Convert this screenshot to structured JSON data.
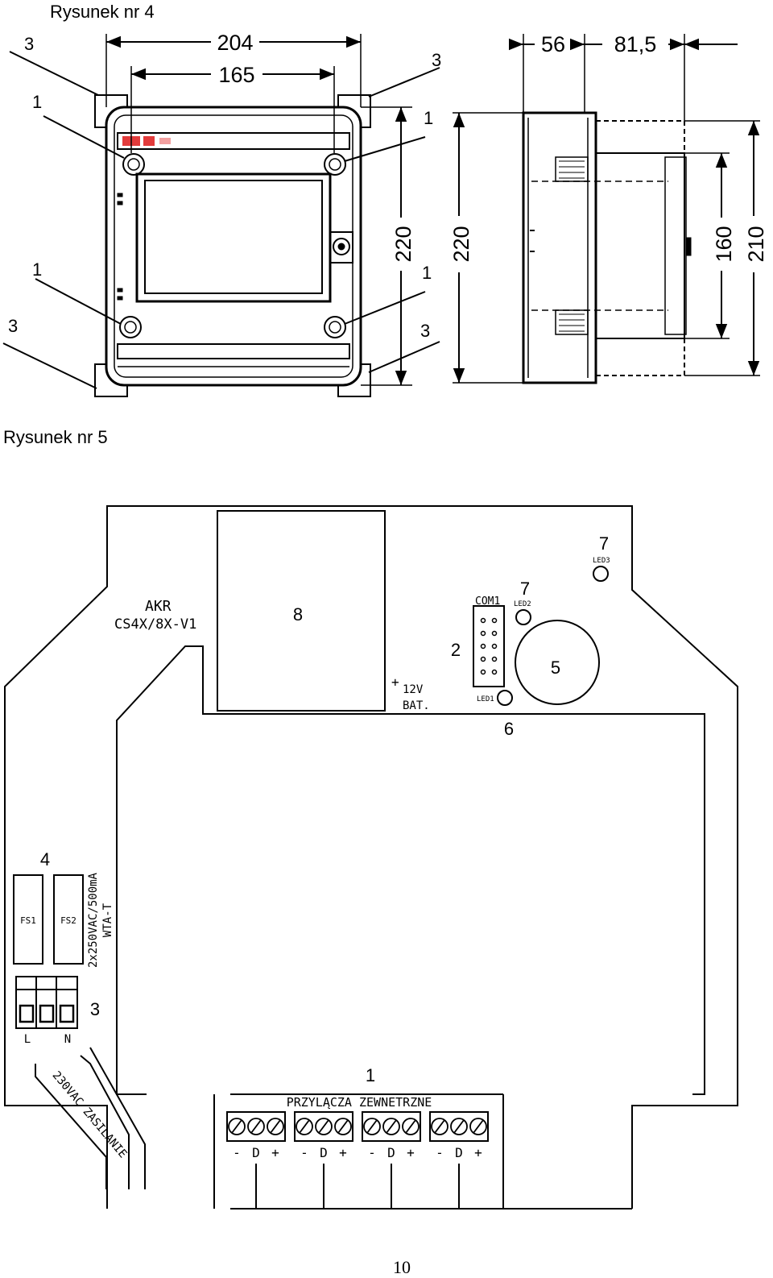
{
  "figure4": {
    "caption": "Rysunek nr 4",
    "dimensions": {
      "width_outer": "204",
      "width_inner": "165",
      "height_front": "220",
      "height_side": "220",
      "depth_front": "56",
      "depth_rear": "81,5",
      "height_inner": "160",
      "height_rear": "210"
    },
    "callouts": {
      "tl_3": "3",
      "tl_1": "1",
      "ml_1": "1",
      "bl_3": "3",
      "tr_3": "3",
      "tr_1": "1",
      "mr_1": "1",
      "br_3": "3"
    }
  },
  "figure5": {
    "caption": "Rysunek nr 5",
    "board_name_line1": "AKR",
    "board_name_line2": "CS4X/8X-V1",
    "labels": {
      "transformer": "8",
      "com": "2",
      "buzzer": "5",
      "led1_num": "6",
      "led2_num": "7",
      "led3_num": "7",
      "fuses": "4",
      "mains": "3",
      "terminals": "1"
    },
    "com_label": "COM1",
    "led1_label": "LED1",
    "led2_label": "LED2",
    "led3_label": "LED3",
    "battery_plus": "+",
    "battery_minus": "_",
    "battery_line1": "12V",
    "battery_line2": "BAT.",
    "fuse1": "FS1",
    "fuse2": "FS2",
    "fuse_spec_line1": "2x250VAC/500mA",
    "fuse_spec_line2": "WTA-T",
    "mains_L": "L",
    "mains_N": "N",
    "mains_text": "230VAC ZASILANIE",
    "connector_title": "PRZYLĄCZA ZEWNETRZNE",
    "terminal_groups": [
      {
        "minus": "-",
        "d": "D",
        "plus": "+"
      },
      {
        "minus": "-",
        "d": "D",
        "plus": "+"
      },
      {
        "minus": "-",
        "d": "D",
        "plus": "+"
      },
      {
        "minus": "-",
        "d": "D",
        "plus": "+"
      }
    ]
  },
  "page_number": "10"
}
